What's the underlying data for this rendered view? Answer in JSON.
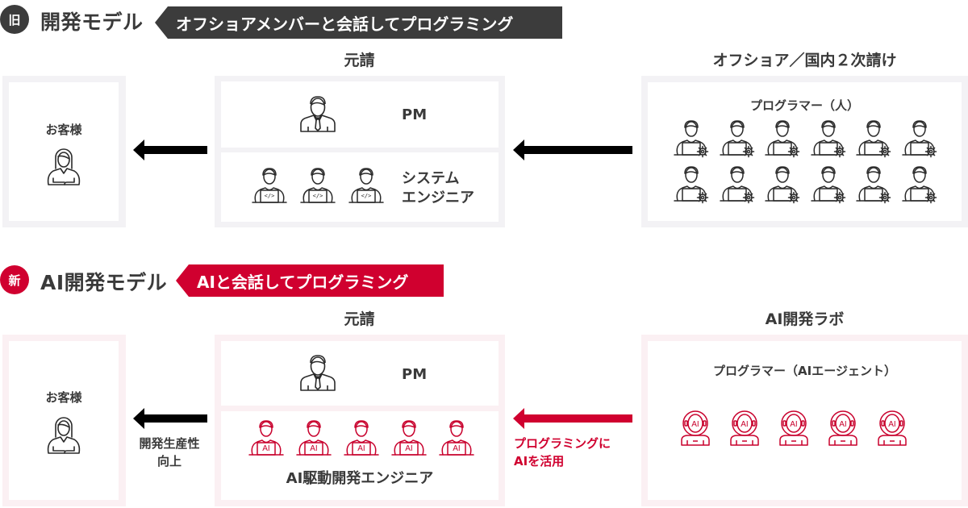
{
  "colors": {
    "old_accent": "#3c3c3c",
    "new_accent": "#d0002f",
    "text": "#3a3a3a",
    "arrow_black": "#000000",
    "arrow_red": "#d0002f",
    "icon_gray": "#2a2a2a",
    "icon_red": "#c8002c"
  },
  "old_model": {
    "badge": "旧",
    "title": "開発モデル",
    "banner": "オフショアメンバーと会話してプログラミング",
    "customer": {
      "label": "お客様",
      "icon": "woman-customer-icon"
    },
    "prime_contractor": {
      "heading": "元請",
      "pm_label": "PM",
      "pm_icon": "businessman-icon",
      "engineer_label_line1": "システム",
      "engineer_label_line2": "エンジニア",
      "engineer_icon": "developer-code-laptop-icon",
      "engineer_count": 3
    },
    "subcontractor": {
      "heading": "オフショア／国内２次請け",
      "programmer_label": "プログラマー（人）",
      "programmer_icon": "programmer-gear-icon",
      "programmer_count": 12
    }
  },
  "new_model": {
    "badge": "新",
    "title": "AI開発モデル",
    "banner": "AIと会話してプログラミング",
    "customer": {
      "label": "お客様",
      "icon": "woman-customer-icon"
    },
    "arrow_to_customer_caption_line1": "開発生産性",
    "arrow_to_customer_caption_line2": "向上",
    "prime_contractor": {
      "heading": "元請",
      "pm_label": "PM",
      "pm_icon": "businessman-icon",
      "engineer_label": "AI駆動開発エンジニア",
      "engineer_icon": "ai-laptop-engineer-icon",
      "engineer_count": 5
    },
    "arrow_from_lab_caption_line1": "プログラミングに",
    "arrow_from_lab_caption_line2": "AIを活用",
    "ai_lab": {
      "heading": "AI開発ラボ",
      "programmer_label": "プログラマー（AIエージェント）",
      "agent_icon": "ai-robot-icon",
      "agent_count": 5
    }
  }
}
